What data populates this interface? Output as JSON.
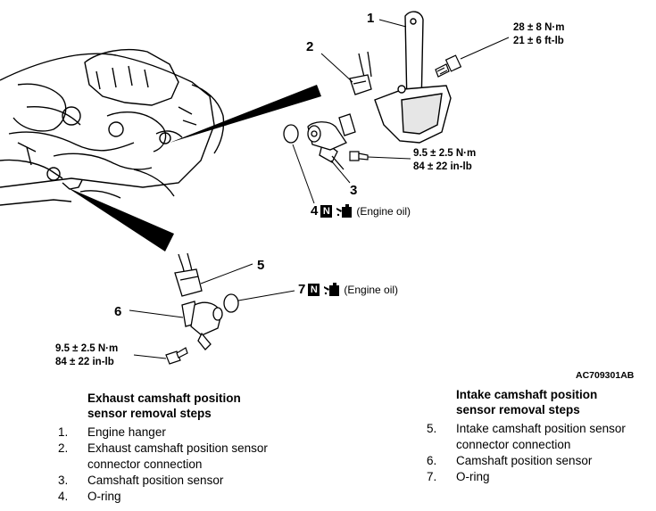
{
  "figure": {
    "id": "AC709301AB",
    "callouts": [
      "1",
      "2",
      "3",
      "4",
      "5",
      "6",
      "7"
    ],
    "torque_hanger": [
      "28 ± 8 N·m",
      "21 ± 6 ft-lb"
    ],
    "torque_exhaust": [
      "9.5 ± 2.5 N·m",
      "84 ± 22 in-lb"
    ],
    "torque_intake": [
      "9.5 ± 2.5 N·m",
      "84 ± 22 in-lb"
    ],
    "oil_note_4": {
      "num": "4",
      "box": "N",
      "text": "(Engine oil)"
    },
    "oil_note_7": {
      "num": "7",
      "box": "N",
      "text": "(Engine oil)"
    }
  },
  "exhaust": {
    "title": [
      "Exhaust camshaft position",
      "sensor removal steps"
    ],
    "steps": [
      {
        "n": "1.",
        "text": "Engine hanger"
      },
      {
        "n": "2.",
        "text": "Exhaust camshaft position sensor connector connection"
      },
      {
        "n": "3.",
        "text": "Camshaft position sensor"
      },
      {
        "n": "4.",
        "text": "O-ring"
      }
    ]
  },
  "intake": {
    "title": [
      "Intake camshaft position",
      "sensor removal steps"
    ],
    "steps": [
      {
        "n": "5.",
        "text": "Intake camshaft position sensor connector connection"
      },
      {
        "n": "6.",
        "text": "Camshaft position sensor"
      },
      {
        "n": "7.",
        "text": "O-ring"
      }
    ]
  }
}
